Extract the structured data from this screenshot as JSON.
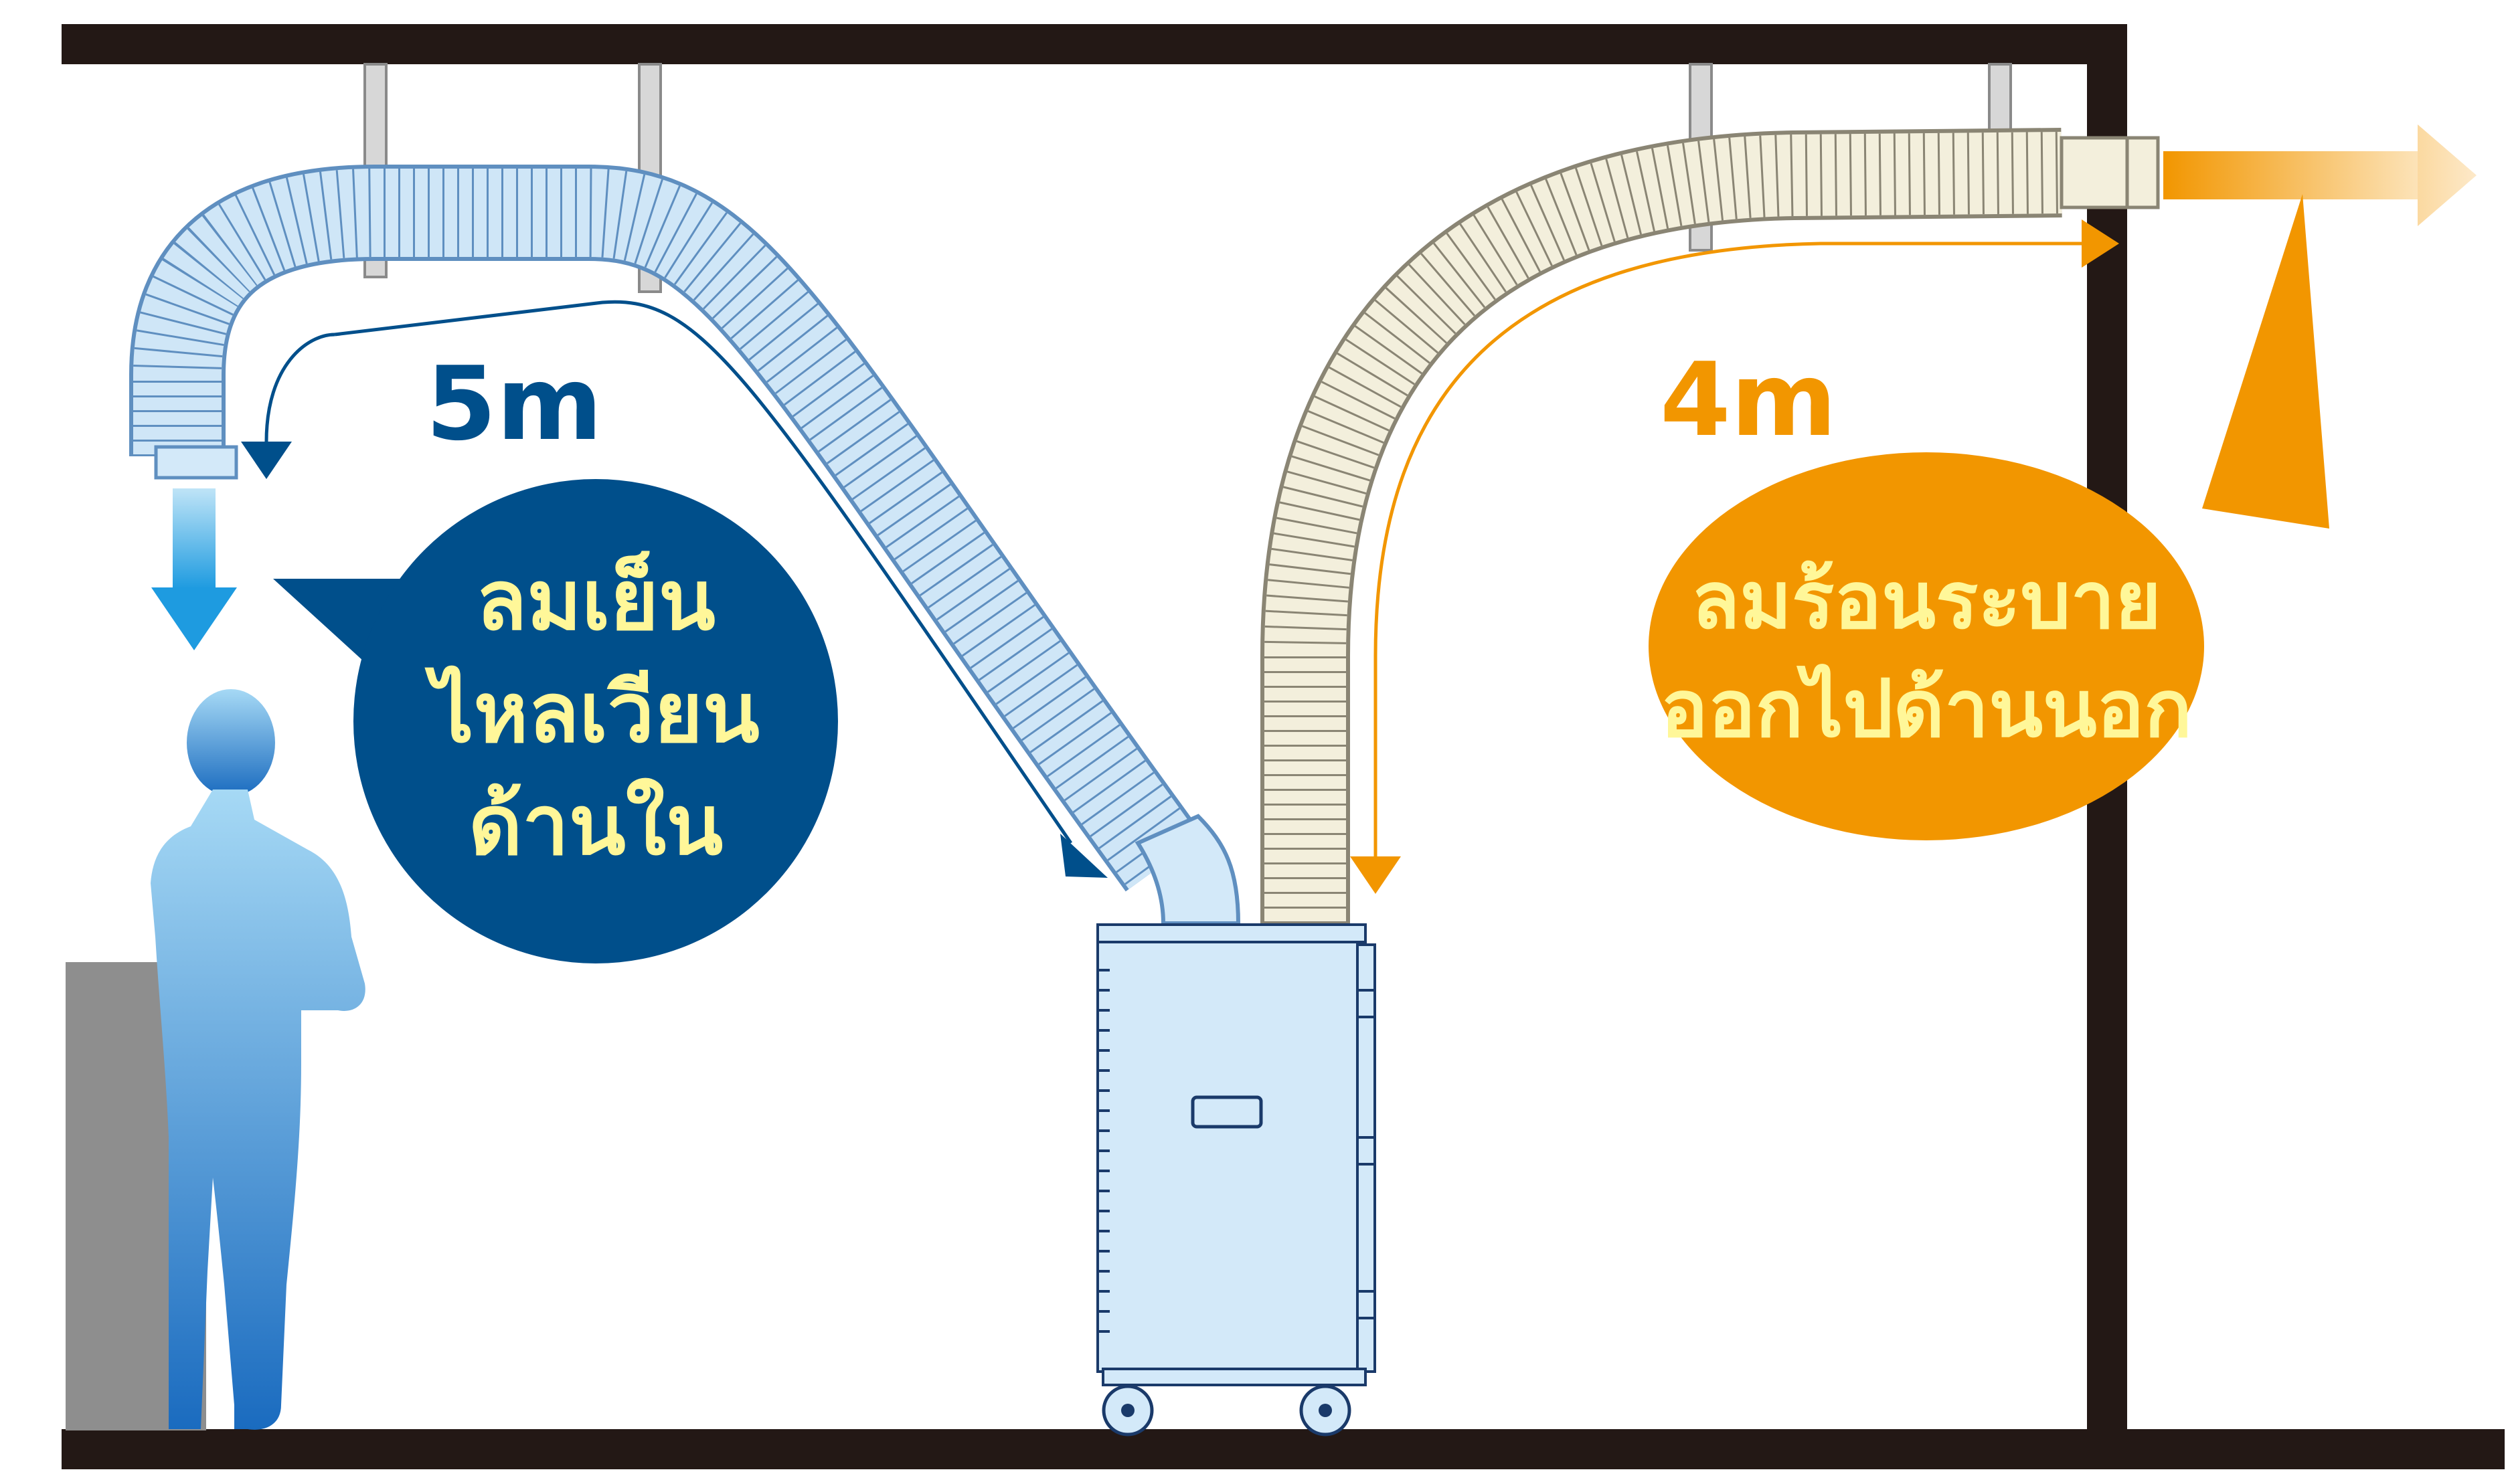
{
  "labels": {
    "cold_length": "5m",
    "hot_length": "4m",
    "cold_bubble": [
      "ลมเย็น",
      "ไหลเวียน",
      "ด้านใน"
    ],
    "hot_bubble": [
      "ลมร้อนระบาย",
      "ออกไปด้านนอก"
    ]
  },
  "colors": {
    "frame": "#231815",
    "cold_dark": "#004f8b",
    "cold_text": "#fff799",
    "hot_orange": "#f29600",
    "hot_text": "#fff799",
    "duct_cold": "#cfe6f7",
    "duct_cold_line": "#5f8fc0",
    "duct_hot": "#f3efdc",
    "duct_hot_line": "#8a8574",
    "unit_body": "#d3e9f9",
    "cabinet": "#8e8e8e",
    "person_top": "#a6d9f5",
    "person_bottom": "#1a6bbf"
  },
  "icons": {
    "person": "person-silhouette-icon",
    "unit": "spot-cooler-icon",
    "cold_arrow": "cold-air-arrow-icon",
    "hot_arrow": "hot-air-arrow-icon"
  }
}
